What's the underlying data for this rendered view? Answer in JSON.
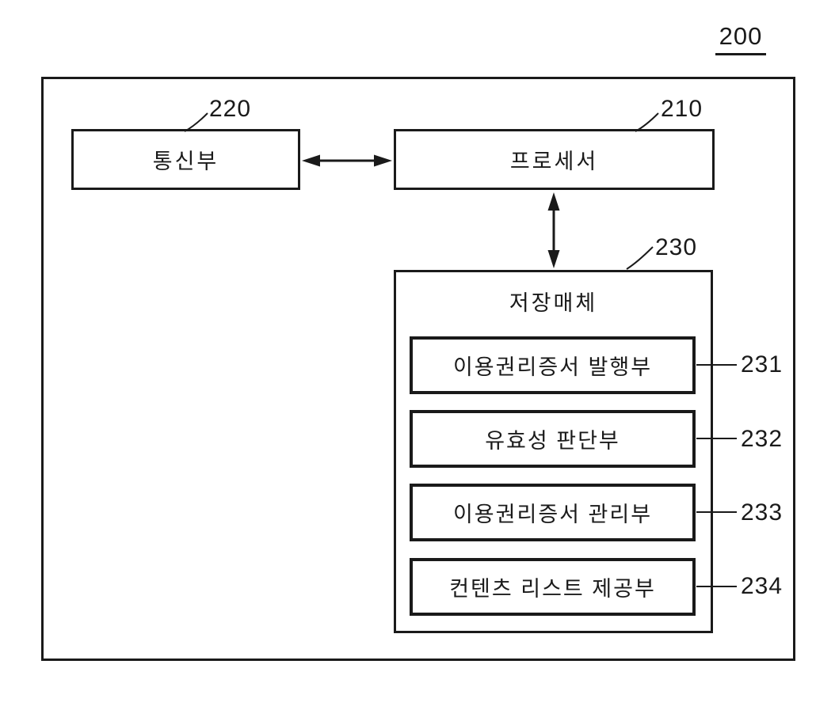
{
  "figure": {
    "number": "200"
  },
  "blocks": {
    "communication": {
      "label": "통신부",
      "ref": "220"
    },
    "processor": {
      "label": "프로세서",
      "ref": "210"
    },
    "storage": {
      "title": "저장매체",
      "ref": "230",
      "modules": [
        {
          "label": "이용권리증서 발행부",
          "ref": "231"
        },
        {
          "label": "유효성 판단부",
          "ref": "232"
        },
        {
          "label": "이용권리증서 관리부",
          "ref": "233"
        },
        {
          "label": "컨텐츠 리스트 제공부",
          "ref": "234"
        }
      ]
    }
  },
  "connections": {
    "comm_processor": "bidirectional-horizontal-arrow",
    "processor_storage": "bidirectional-vertical-arrow"
  },
  "colors": {
    "line": "#1a1a1a",
    "background": "#ffffff"
  }
}
